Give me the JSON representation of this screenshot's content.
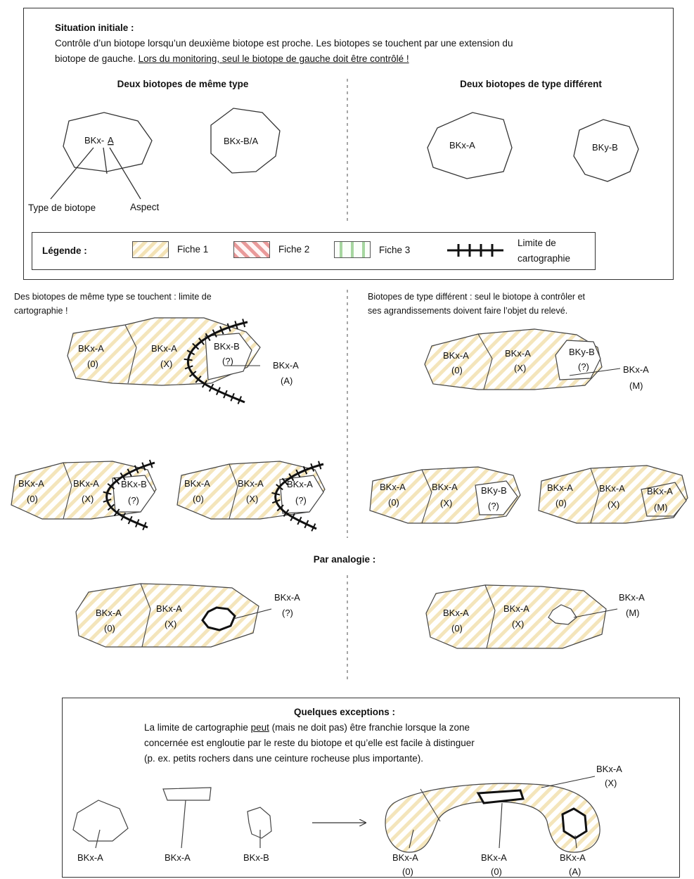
{
  "intro": {
    "heading": "Situation initiale :",
    "line1": "Contrôle d’un biotope lorsqu’un deuxième biotope est proche. Les biotopes se touchent par une extension du",
    "line2_plain": "biotope de gauche. ",
    "line2_underlined": "Lors du monitoring, seul le biotope de gauche doit être contrôlé !",
    "left_title": "Deux biotopes de même type",
    "right_title": "Deux biotopes de type différent",
    "label_type": "Type de biotope",
    "label_aspect": "Aspect"
  },
  "legend": {
    "title": "Légende :",
    "fiche1": "Fiche 1",
    "fiche2": "Fiche 2",
    "fiche3": "Fiche 3",
    "limit_line1": "Limite de",
    "limit_line2": "cartographie",
    "colors": {
      "fiche1": "#f3e2b5",
      "fiche2": "#e99a9a",
      "fiche3": "#a6d6a0"
    }
  },
  "section_same": {
    "line1": "Des biotopes de même type se touchent : limite de",
    "line2": "cartographie !"
  },
  "section_diff": {
    "line1": "Biotopes de type différent : seul le biotope à contrôler et",
    "line2": "ses agrandissements doivent faire l’objet du relevé."
  },
  "analogy": {
    "title": "Par analogie :"
  },
  "exceptions": {
    "title": "Quelques exceptions :",
    "line1_a": "La limite de cartographie ",
    "line1_u": "peut",
    "line1_b": " (mais ne doit pas) être franchie lorsque la zone",
    "line2": "concernée est engloutie par le reste du biotope et qu’elle est facile à distinguer",
    "line3": "(p. ex. petits rochers dans une ceinture rocheuse plus importante)."
  },
  "labels": {
    "bkx_a": "BKx-A",
    "bkx_b": "BKx-B",
    "bky_b": "BKy-B",
    "bkx": "BKx-",
    "a": "A",
    "bkx_b_a": "BKx-B/A",
    "p0": "(0)",
    "px": "(X)",
    "pq": "(?)",
    "pa": "(A)",
    "pm": "(M)"
  }
}
